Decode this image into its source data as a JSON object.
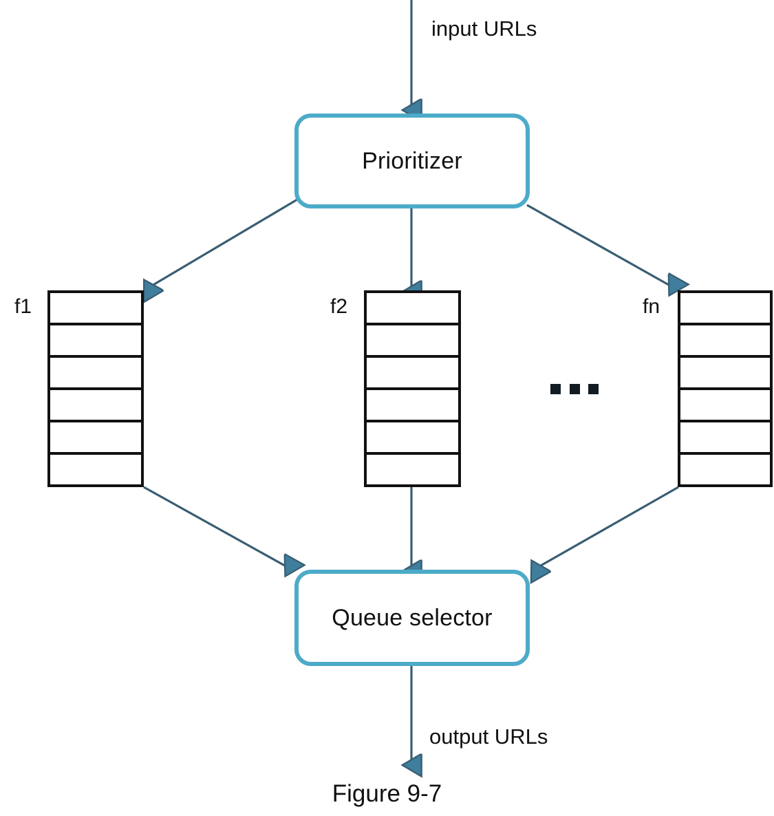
{
  "figure": {
    "caption": "Figure 9-7",
    "colors": {
      "box_border": "#4cabc9",
      "arrow": "#3a5d72",
      "queue_border": "#111111",
      "background": "#ffffff"
    }
  },
  "flow": {
    "input_label": "input URLs",
    "output_label": "output URLs"
  },
  "nodes": {
    "prioritizer": "Prioritizer",
    "queue_selector": "Queue selector"
  },
  "queues": [
    {
      "id": "f1",
      "label": "f1",
      "cells": 6
    },
    {
      "id": "f2",
      "label": "f2",
      "cells": 6
    },
    {
      "id": "fn",
      "label": "fn",
      "cells": 6
    }
  ],
  "ellipsis": {
    "dots": 3,
    "meaning": "more queues between f2 and fn"
  }
}
